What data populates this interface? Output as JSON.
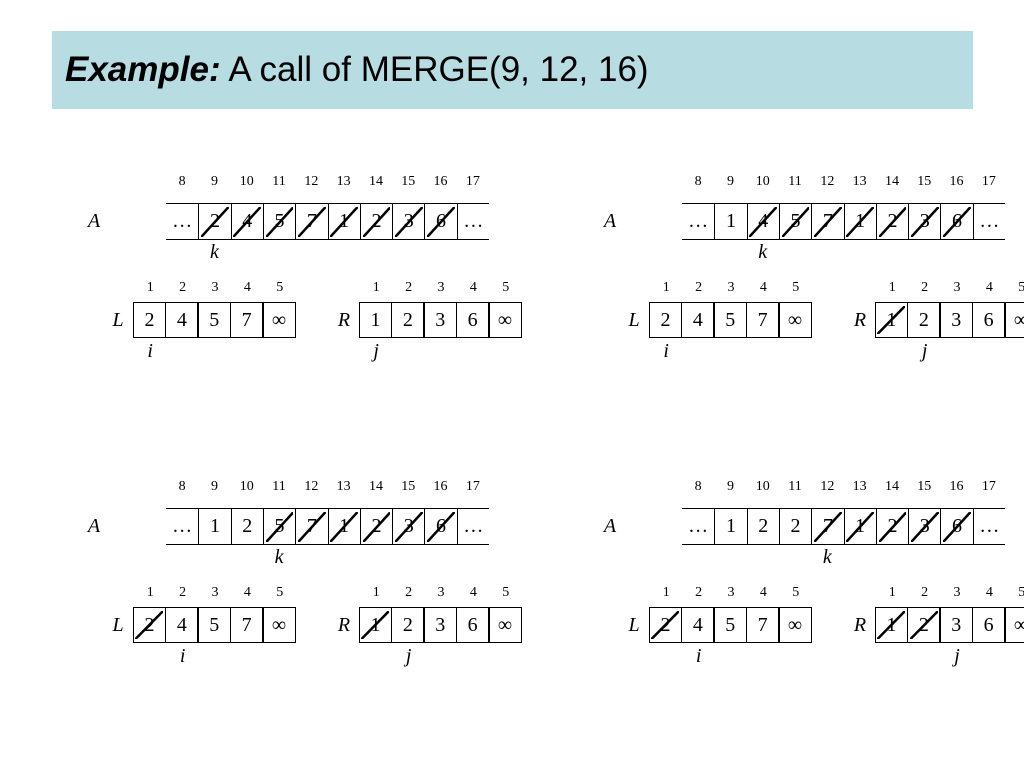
{
  "title": {
    "emphasis": "Example:",
    "text": " A call of MERGE(9, 12, 16)"
  },
  "labels": {
    "A": "A",
    "L": "L",
    "R": "R",
    "k": "k",
    "i": "i",
    "j": "j"
  },
  "a_indices": [
    "8",
    "9",
    "10",
    "11",
    "12",
    "13",
    "14",
    "15",
    "16",
    "17"
  ],
  "lr_indices": [
    "1",
    "2",
    "3",
    "4",
    "5"
  ],
  "panels": [
    {
      "a": [
        {
          "v": "…",
          "s": false
        },
        {
          "v": "2",
          "s": true
        },
        {
          "v": "4",
          "s": true
        },
        {
          "v": "5",
          "s": true
        },
        {
          "v": "7",
          "s": true
        },
        {
          "v": "1",
          "s": true
        },
        {
          "v": "2",
          "s": true
        },
        {
          "v": "3",
          "s": true
        },
        {
          "v": "6",
          "s": true
        },
        {
          "v": "…",
          "s": false
        }
      ],
      "k": 1,
      "L": [
        {
          "v": "2",
          "s": false
        },
        {
          "v": "4",
          "s": false
        },
        {
          "v": "5",
          "s": false
        },
        {
          "v": "7",
          "s": false
        },
        {
          "v": "∞",
          "s": false
        }
      ],
      "i": 0,
      "R": [
        {
          "v": "1",
          "s": false
        },
        {
          "v": "2",
          "s": false
        },
        {
          "v": "3",
          "s": false
        },
        {
          "v": "6",
          "s": false
        },
        {
          "v": "∞",
          "s": false
        }
      ],
      "j": 0
    },
    {
      "a": [
        {
          "v": "…",
          "s": false
        },
        {
          "v": "1",
          "s": false
        },
        {
          "v": "4",
          "s": true
        },
        {
          "v": "5",
          "s": true
        },
        {
          "v": "7",
          "s": true
        },
        {
          "v": "1",
          "s": true
        },
        {
          "v": "2",
          "s": true
        },
        {
          "v": "3",
          "s": true
        },
        {
          "v": "6",
          "s": true
        },
        {
          "v": "…",
          "s": false
        }
      ],
      "k": 2,
      "L": [
        {
          "v": "2",
          "s": false
        },
        {
          "v": "4",
          "s": false
        },
        {
          "v": "5",
          "s": false
        },
        {
          "v": "7",
          "s": false
        },
        {
          "v": "∞",
          "s": false
        }
      ],
      "i": 0,
      "R": [
        {
          "v": "1",
          "s": true
        },
        {
          "v": "2",
          "s": false
        },
        {
          "v": "3",
          "s": false
        },
        {
          "v": "6",
          "s": false
        },
        {
          "v": "∞",
          "s": false
        }
      ],
      "j": 1
    },
    {
      "a": [
        {
          "v": "…",
          "s": false
        },
        {
          "v": "1",
          "s": false
        },
        {
          "v": "2",
          "s": false
        },
        {
          "v": "5",
          "s": true
        },
        {
          "v": "7",
          "s": true
        },
        {
          "v": "1",
          "s": true
        },
        {
          "v": "2",
          "s": true
        },
        {
          "v": "3",
          "s": true
        },
        {
          "v": "6",
          "s": true
        },
        {
          "v": "…",
          "s": false
        }
      ],
      "k": 3,
      "L": [
        {
          "v": "2",
          "s": true
        },
        {
          "v": "4",
          "s": false
        },
        {
          "v": "5",
          "s": false
        },
        {
          "v": "7",
          "s": false
        },
        {
          "v": "∞",
          "s": false
        }
      ],
      "i": 1,
      "R": [
        {
          "v": "1",
          "s": true
        },
        {
          "v": "2",
          "s": false
        },
        {
          "v": "3",
          "s": false
        },
        {
          "v": "6",
          "s": false
        },
        {
          "v": "∞",
          "s": false
        }
      ],
      "j": 1
    },
    {
      "a": [
        {
          "v": "…",
          "s": false
        },
        {
          "v": "1",
          "s": false
        },
        {
          "v": "2",
          "s": false
        },
        {
          "v": "2",
          "s": false
        },
        {
          "v": "7",
          "s": true
        },
        {
          "v": "1",
          "s": true
        },
        {
          "v": "2",
          "s": true
        },
        {
          "v": "3",
          "s": true
        },
        {
          "v": "6",
          "s": true
        },
        {
          "v": "…",
          "s": false
        }
      ],
      "k": 4,
      "L": [
        {
          "v": "2",
          "s": true
        },
        {
          "v": "4",
          "s": false
        },
        {
          "v": "5",
          "s": false
        },
        {
          "v": "7",
          "s": false
        },
        {
          "v": "∞",
          "s": false
        }
      ],
      "i": 1,
      "R": [
        {
          "v": "1",
          "s": true
        },
        {
          "v": "2",
          "s": true
        },
        {
          "v": "3",
          "s": false
        },
        {
          "v": "6",
          "s": false
        },
        {
          "v": "∞",
          "s": false
        }
      ],
      "j": 2
    }
  ]
}
